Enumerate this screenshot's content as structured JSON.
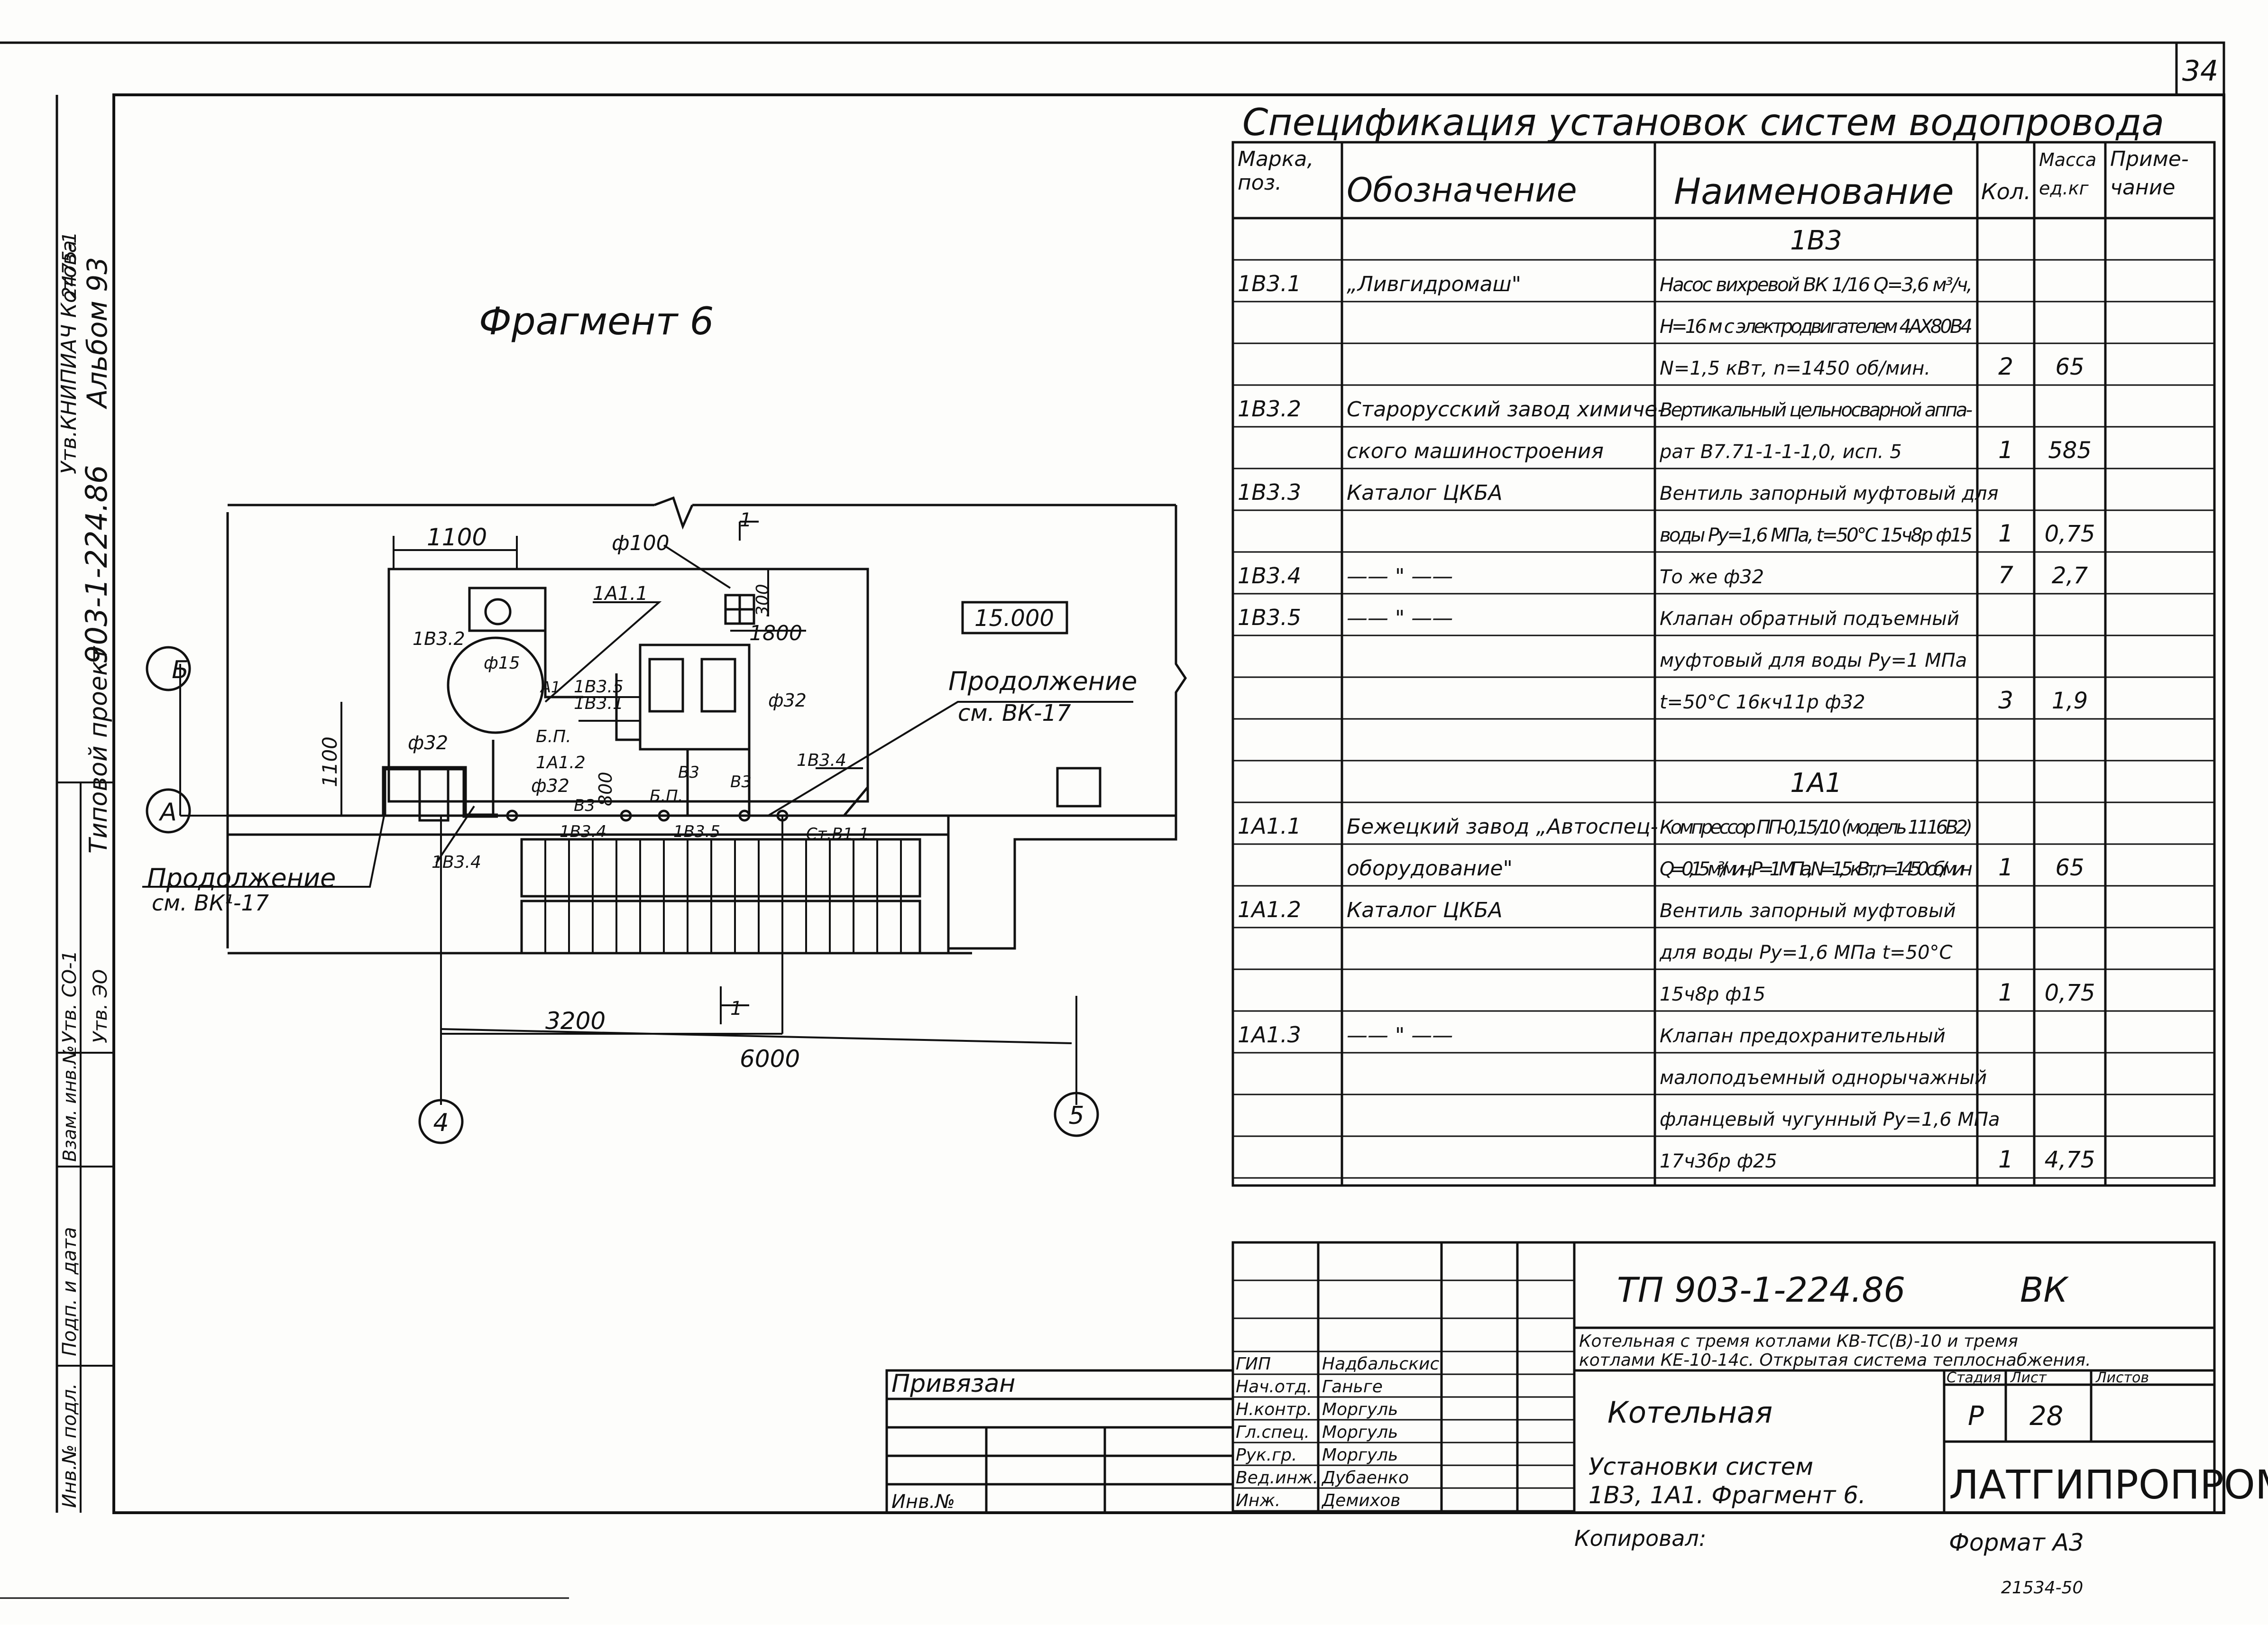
{
  "sheet": {
    "page_number": "34",
    "album_stamp": "Альбом 93",
    "project_stamp": "903-1-224.86",
    "series_stamp": "Типовой проект",
    "side_left": [
      "Утв.КНИПИАЧ Котова",
      "Утв. СО-1",
      "Утв. ЭО",
      "Взам. инв.№",
      "Подп. и дата",
      "Инв.№ подл."
    ],
    "side_inv_small": "2475-1",
    "copy_note": "Копировал:",
    "format_note": "Формат А3",
    "bottom_note": "21534-50",
    "privyazan": "Привязан",
    "inv_no": "Инв.№"
  },
  "fragment": {
    "title": "Фрагмент 6",
    "level": "15.000",
    "continuation_right": "Продолжение",
    "continuation_right_ref": "см. ВК-17",
    "continuation_left": "Продолжение",
    "continuation_left_ref": "см. ВК¹-17",
    "axis_b": "Б",
    "axis_a": "А",
    "axis_4": "4",
    "axis_5": "5",
    "dim_1100_top": "1100",
    "dim_1100_left": "1100",
    "dim_1800": "1800",
    "dim_300": "300",
    "dim_3200": "3200",
    "dim_6000": "6000",
    "dim_800": "800",
    "pipe_100": "ф100",
    "pipe_32_a": "ф32",
    "pipe_32_b": "ф32",
    "pipe_32_c": "ф32",
    "pipe_15": "ф15",
    "labels": [
      "1А1.1",
      "1В3.2",
      "1В3.5",
      "1В3.1",
      "Б.П.",
      "1А1.2",
      "1В3.4",
      "1В3.4",
      "1В3.5",
      "В3",
      "В3",
      "В3",
      "Б.П.",
      "А1",
      "Ст.В1-1",
      "1В3.4"
    ],
    "section_mark": "1"
  },
  "spec": {
    "title": "Спецификация установок систем водопровода",
    "headers": {
      "mark": "Марка, поз.",
      "designation": "Обозначение",
      "name": "Наименование",
      "qty": "Кол.",
      "mass": "Масса ед.кг",
      "note": "Приме- чание"
    },
    "rows": [
      {
        "mark": "",
        "designation": "",
        "name": "1В3",
        "qty": "",
        "mass": "",
        "note": ""
      },
      {
        "mark": "1В3.1",
        "designation": "„Ливгидромаш\"",
        "name": "Насос вихревой ВК 1/16 Q=3,6 м³/ч,",
        "qty": "",
        "mass": "",
        "note": ""
      },
      {
        "mark": "",
        "designation": "",
        "name": "H=16 м с электродвигателем 4АХ80В4",
        "qty": "",
        "mass": "",
        "note": ""
      },
      {
        "mark": "",
        "designation": "",
        "name": "N=1,5 кВт, n=1450 об/мин.",
        "qty": "2",
        "mass": "65",
        "note": ""
      },
      {
        "mark": "1В3.2",
        "designation": "Старорусский завод химиче-",
        "name": "Вертикальный цельносварной аппа-",
        "qty": "",
        "mass": "",
        "note": ""
      },
      {
        "mark": "",
        "designation": "ского машиностроения",
        "name": "рат В7.71-1-1-1,0, исп. 5",
        "qty": "1",
        "mass": "585",
        "note": ""
      },
      {
        "mark": "1В3.3",
        "designation": "Каталог ЦКБА",
        "name": "Вентиль запорный муфтовый для",
        "qty": "",
        "mass": "",
        "note": ""
      },
      {
        "mark": "",
        "designation": "",
        "name": "воды Ру=1,6 МПа, t=50°С 15ч8р ф15",
        "qty": "1",
        "mass": "0,75",
        "note": ""
      },
      {
        "mark": "1В3.4",
        "designation": "—— \" ——",
        "name": "То же                ф32",
        "qty": "7",
        "mass": "2,7",
        "note": ""
      },
      {
        "mark": "1В3.5",
        "designation": "—— \" ——",
        "name": "Клапан обратный подъемный",
        "qty": "",
        "mass": "",
        "note": ""
      },
      {
        "mark": "",
        "designation": "",
        "name": "муфтовый для воды Ру=1 МПа",
        "qty": "",
        "mass": "",
        "note": ""
      },
      {
        "mark": "",
        "designation": "",
        "name": "t=50°С  16кч11р     ф32",
        "qty": "3",
        "mass": "1,9",
        "note": ""
      },
      {
        "mark": "",
        "designation": "",
        "name": "",
        "qty": "",
        "mass": "",
        "note": ""
      },
      {
        "mark": "",
        "designation": "",
        "name": "1А1",
        "qty": "",
        "mass": "",
        "note": ""
      },
      {
        "mark": "1А1.1",
        "designation": "Бежецкий завод „Автоспец-",
        "name": "Компрессор ПП-0,15/10 (модель 1116В2)",
        "qty": "",
        "mass": "",
        "note": ""
      },
      {
        "mark": "",
        "designation": "оборудование\"",
        "name": "Q=0,15 м³/мин, Р=1 МПа, N=1,5 кВт, n=1450 об/мин",
        "qty": "1",
        "mass": "65",
        "note": ""
      },
      {
        "mark": "1А1.2",
        "designation": "Каталог ЦКБА",
        "name": "Вентиль запорный муфтовый",
        "qty": "",
        "mass": "",
        "note": ""
      },
      {
        "mark": "",
        "designation": "",
        "name": "для воды Ру=1,6 МПа t=50°С",
        "qty": "",
        "mass": "",
        "note": ""
      },
      {
        "mark": "",
        "designation": "",
        "name": "15ч8р          ф15",
        "qty": "1",
        "mass": "0,75",
        "note": ""
      },
      {
        "mark": "1А1.3",
        "designation": "—— \" ——",
        "name": "Клапан предохранительный",
        "qty": "",
        "mass": "",
        "note": ""
      },
      {
        "mark": "",
        "designation": "",
        "name": "малоподъемный однорычажный",
        "qty": "",
        "mass": "",
        "note": ""
      },
      {
        "mark": "",
        "designation": "",
        "name": "фланцевый чугунный Ру=1,6 МПа",
        "qty": "",
        "mass": "",
        "note": ""
      },
      {
        "mark": "",
        "designation": "",
        "name": "17ч3бр          ф25",
        "qty": "1",
        "mass": "4,75",
        "note": ""
      }
    ]
  },
  "title_block": {
    "doc_code": "ТП 903-1-224.86",
    "mark": "ВК",
    "object": "Котельная с тремя котлами КВ-ТС(В)-10 и тремя котлами КЕ-10-14с. Открытая система теплоснабжения.",
    "building": "Котельная",
    "sheet_title": "Установки систем 1В3, 1А1. Фрагмент 6.",
    "stage_label": "Стадия",
    "sheet_label": "Лист",
    "sheets_label": "Листов",
    "stage": "Р",
    "sheet": "28",
    "sheets": "",
    "org": "ЛАТГИПРОПРОМ",
    "staff": [
      {
        "role": "ГИП",
        "name": "Надбальскис"
      },
      {
        "role": "Нач.отд.",
        "name": "Ганьге"
      },
      {
        "role": "Н.контр.",
        "name": "Моргуль"
      },
      {
        "role": "Гл.спец.",
        "name": "Моргуль"
      },
      {
        "role": "Рук.гр.",
        "name": "Моргуль"
      },
      {
        "role": "Вед.инж.",
        "name": "Дубаенко"
      },
      {
        "role": "Инж.",
        "name": "Демихов"
      }
    ]
  }
}
